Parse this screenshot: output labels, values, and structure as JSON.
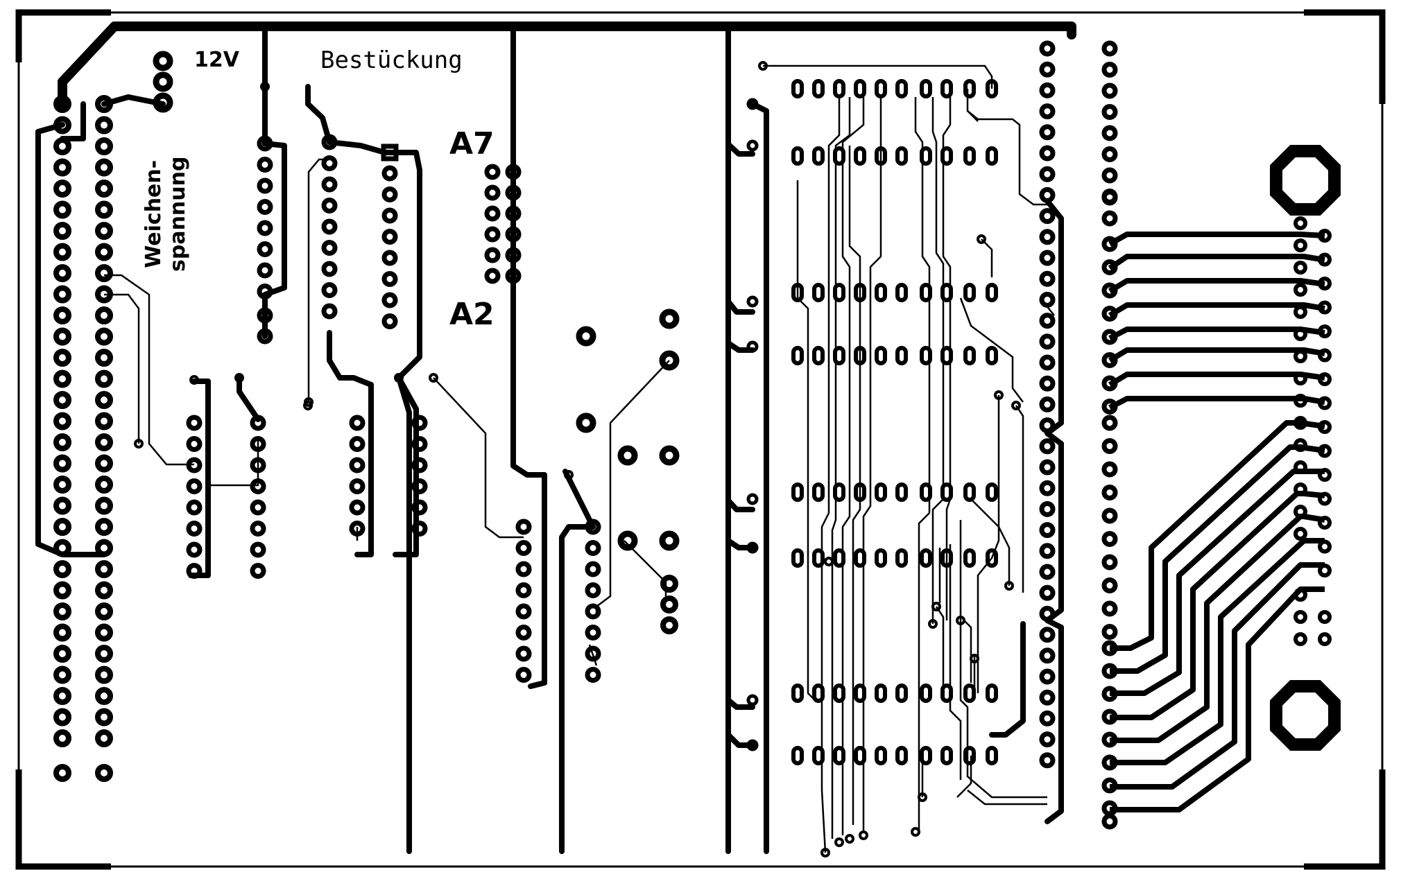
{
  "labels": {
    "voltage": "12V",
    "assembly": "Bestückung",
    "addr_top": "A7",
    "addr_bottom": "A2",
    "switch_voltage_line1": "Weichen-",
    "switch_voltage_line2": "spannung"
  },
  "colors": {
    "copper": "#000000",
    "board": "#ffffff"
  }
}
